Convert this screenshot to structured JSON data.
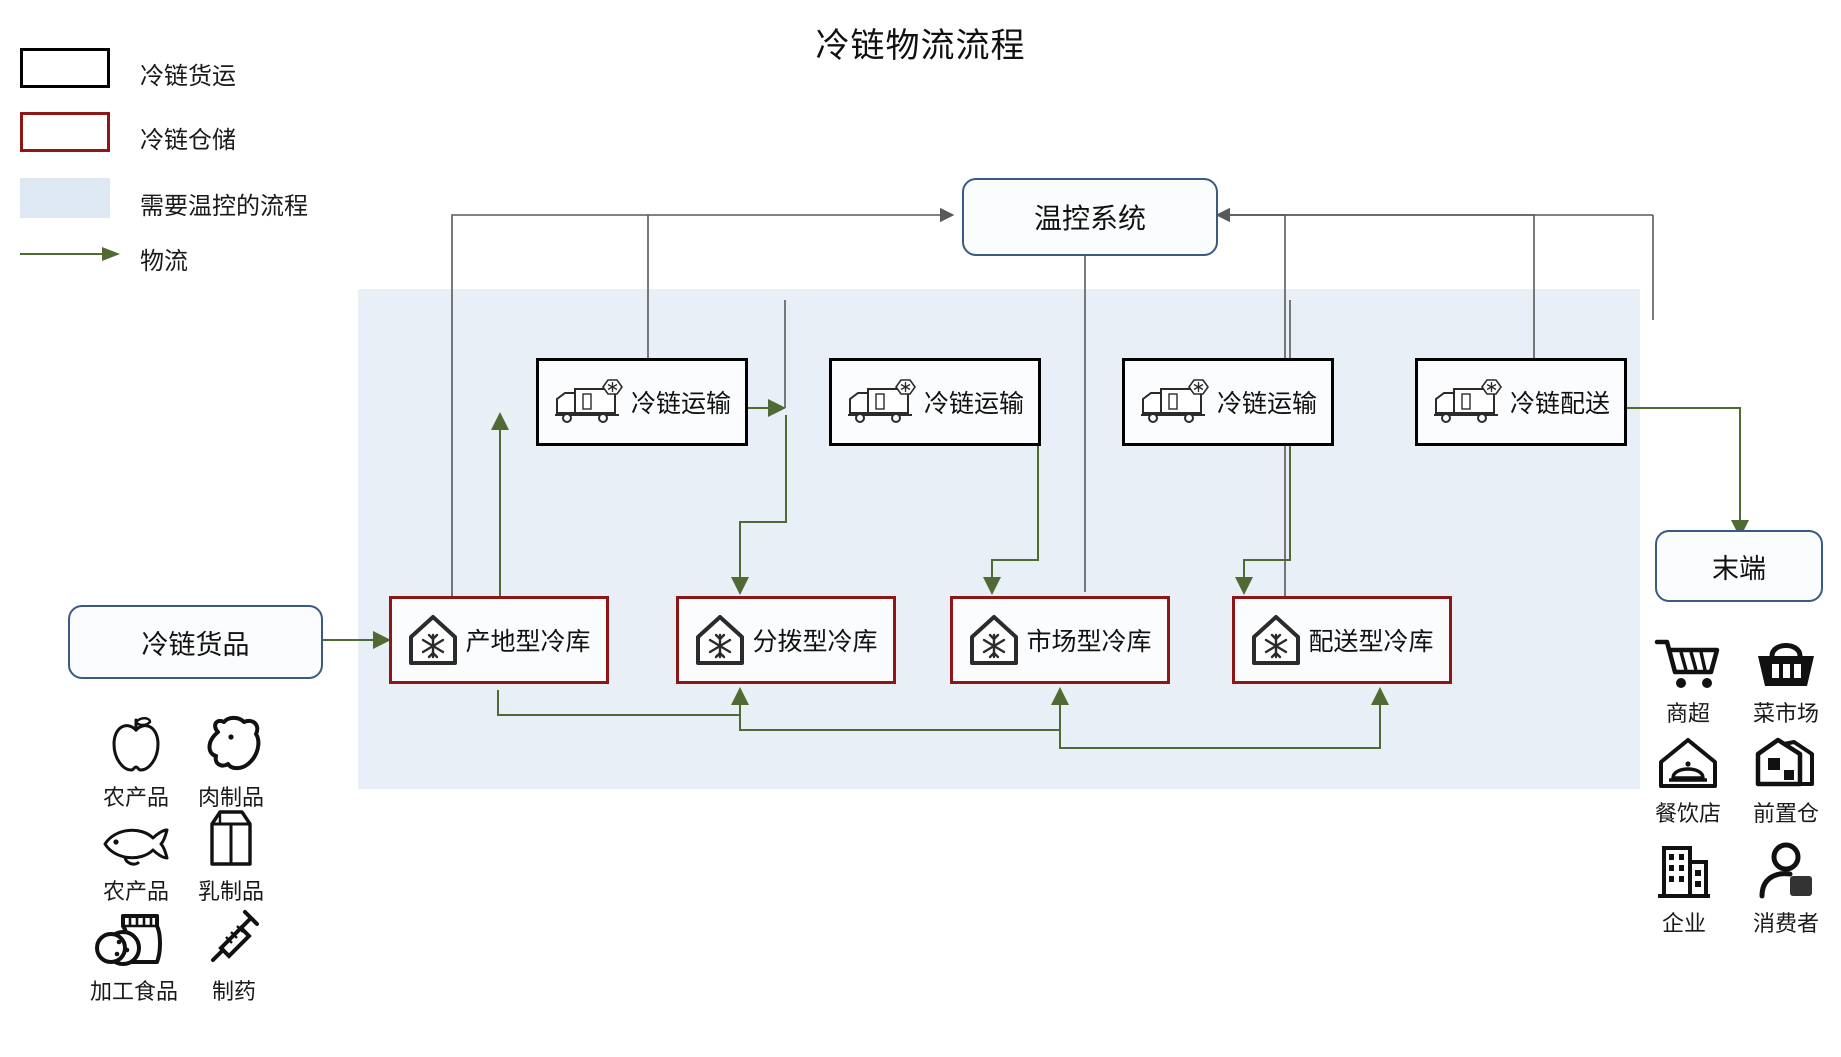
{
  "title": "冷链物流流程",
  "colors": {
    "freight_border": "#000000",
    "storage_border": "#8e1616",
    "round_border": "#3a5a83",
    "band_fill": "#e8eff7",
    "logistics_arrow": "#4f6b33",
    "control_arrow": "#595959"
  },
  "legend": {
    "items": [
      {
        "kind": "box-black",
        "label": "冷链货运"
      },
      {
        "kind": "box-red",
        "label": "冷链仓储"
      },
      {
        "kind": "fill-blue",
        "label": "需要温控的流程"
      },
      {
        "kind": "arrow-green",
        "label": "物流"
      }
    ]
  },
  "nodes": {
    "control_system": "温控系统",
    "goods_input": "冷链货品",
    "terminal": "末端",
    "transport": [
      {
        "label": "冷链运输",
        "icon": "refrigerated-truck-icon"
      },
      {
        "label": "冷链运输",
        "icon": "refrigerated-truck-icon"
      },
      {
        "label": "冷链运输",
        "icon": "refrigerated-truck-icon"
      },
      {
        "label": "冷链配送",
        "icon": "refrigerated-truck-icon"
      }
    ],
    "storage": [
      {
        "label": "产地型冷库",
        "icon": "cold-storage-house-icon"
      },
      {
        "label": "分拨型冷库",
        "icon": "cold-storage-house-icon"
      },
      {
        "label": "市场型冷库",
        "icon": "cold-storage-house-icon"
      },
      {
        "label": "配送型冷库",
        "icon": "cold-storage-house-icon"
      }
    ]
  },
  "goods_icons": [
    {
      "label": "农产品",
      "icon": "apple-icon"
    },
    {
      "label": "肉制品",
      "icon": "meat-icon"
    },
    {
      "label": "农产品",
      "icon": "fish-icon"
    },
    {
      "label": "乳制品",
      "icon": "milk-carton-icon"
    },
    {
      "label": "加工食品",
      "icon": "snack-bag-icon"
    },
    {
      "label": "制药",
      "icon": "syringe-icon"
    }
  ],
  "terminal_icons": [
    {
      "label": "商超",
      "icon": "shopping-cart-icon"
    },
    {
      "label": "菜市场",
      "icon": "shopping-basket-icon"
    },
    {
      "label": "餐饮店",
      "icon": "restaurant-icon"
    },
    {
      "label": "前置仓",
      "icon": "front-warehouse-icon"
    },
    {
      "label": "企业",
      "icon": "office-building-icon"
    },
    {
      "label": "消费者",
      "icon": "consumer-icon"
    }
  ]
}
